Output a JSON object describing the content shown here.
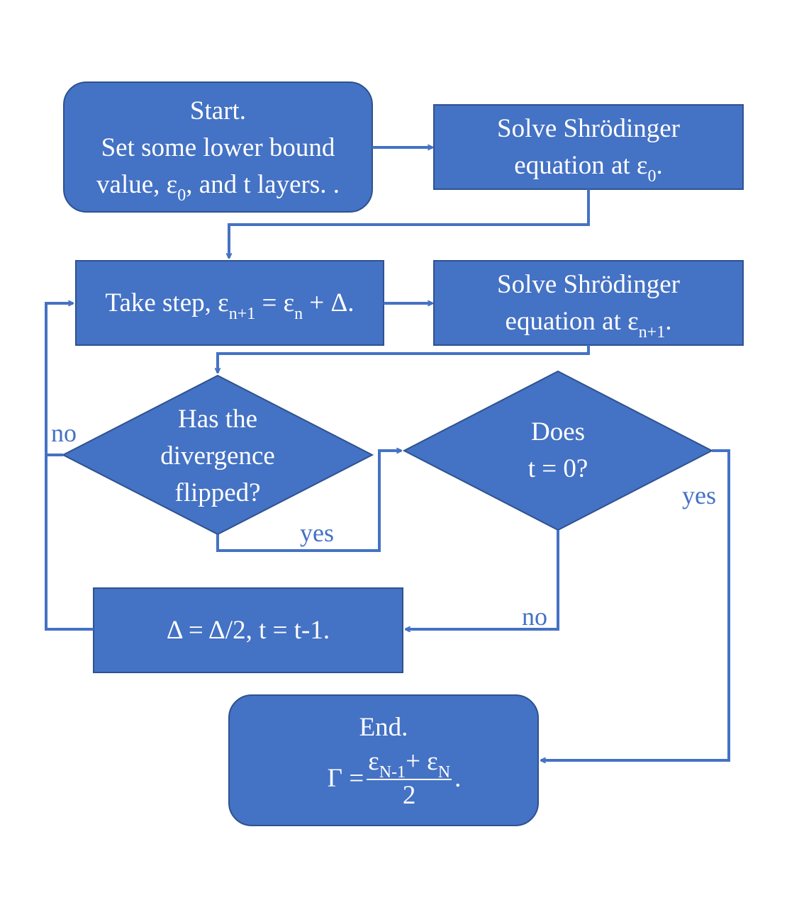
{
  "nodes": {
    "start": {
      "line1": "Start.",
      "line2": "Set some lower bound",
      "line3a": "value, ε",
      "line3_sub": "0",
      "line3b": ", and t layers. ."
    },
    "solve0": {
      "line1": "Solve Shrödinger",
      "line2a": "equation at ε",
      "line2_sub": "0",
      "line2b": "."
    },
    "step": {
      "a": "Take step, ε",
      "sub1": "n+1",
      "b": " = ε",
      "sub2": "n",
      "c": " + Δ."
    },
    "solve1": {
      "line1": "Solve Shrödinger",
      "line2a": "equation at ε",
      "line2_sub": "n+1",
      "line2b": "."
    },
    "flipped": {
      "line1": "Has the",
      "line2": "divergence",
      "line3": "flipped?"
    },
    "t_zero": {
      "line1": "Does",
      "line2": "t = 0?"
    },
    "halve": {
      "text": "Δ = Δ/2, t = t-1."
    },
    "end": {
      "line1": "End.",
      "gamma": "Γ = ",
      "num_a": "ε",
      "num_sub1": "N-1",
      "num_b": "+ ε",
      "num_sub2": "N",
      "den": "2",
      "tail": " ."
    }
  },
  "edge_labels": {
    "no_left": "no",
    "yes_flipped": "yes",
    "yes_right": "yes",
    "no_bottom": "no"
  },
  "colors": {
    "fill": "#4472c4",
    "stroke": "#2f528f",
    "line": "#4472c4",
    "text_on_fill": "#ffffff"
  }
}
